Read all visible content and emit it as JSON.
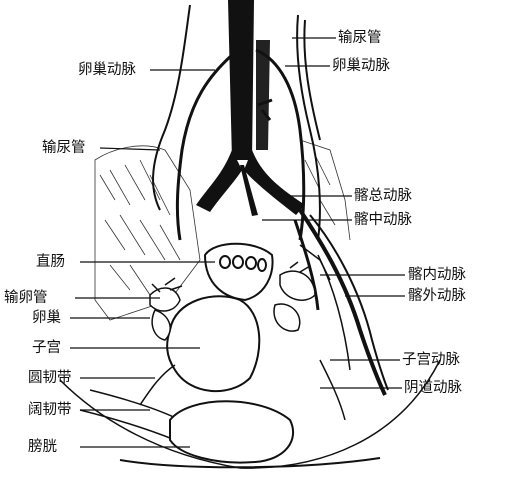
{
  "labels": {
    "ureter_right": "输尿管",
    "ovarian_artery_left": "卵巢动脉",
    "ovarian_artery_right": "卵巢动脉",
    "ureter_left": "输尿管",
    "common_iliac": "髂总动脉",
    "median_sacral": "髂中动脉",
    "rectum": "直肠",
    "internal_iliac": "髂内动脉",
    "oviduct": "输卵管",
    "external_iliac": "髂外动脉",
    "ovary": "卵巢",
    "uterus": "子宫",
    "uterine_artery": "子宫动脉",
    "round_ligament": "圆韧带",
    "vaginal_artery": "阴道动脉",
    "broad_ligament": "阔韧带",
    "bladder": "膀胱"
  }
}
